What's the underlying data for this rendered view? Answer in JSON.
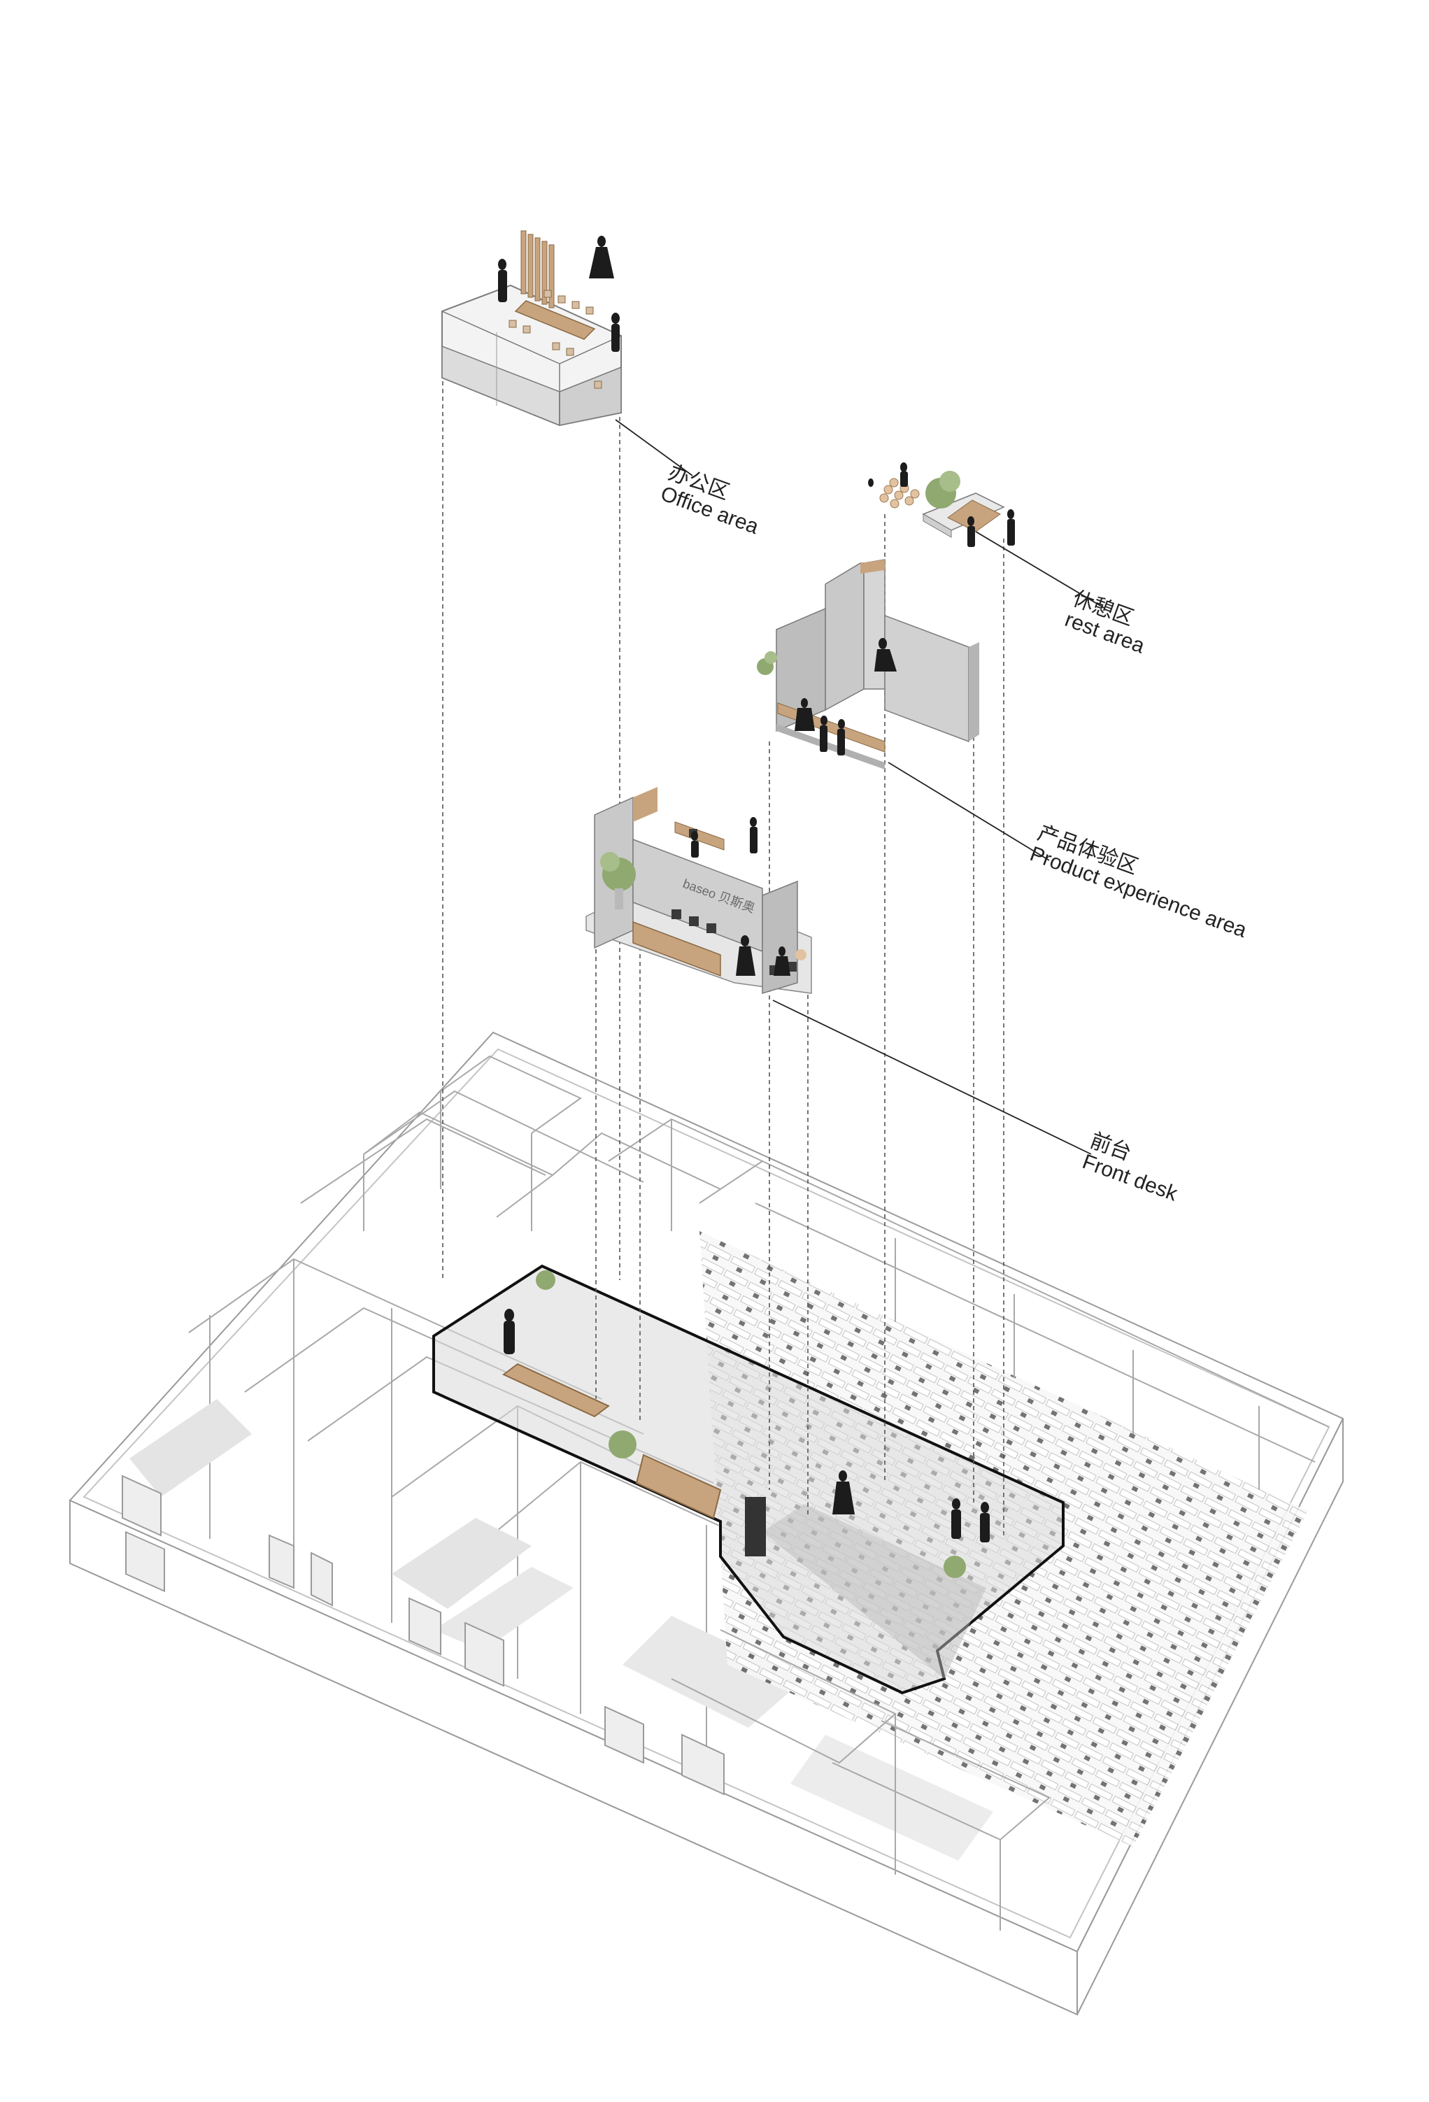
{
  "labels": {
    "office": {
      "zh": "办公区",
      "en": "Office area"
    },
    "rest": {
      "zh": "休憩区",
      "en": "rest area"
    },
    "product": {
      "zh": "产品体验区",
      "en": "Product experience area"
    },
    "front_desk": {
      "zh": "前台",
      "en": "Front desk"
    }
  },
  "signage": "baseo 贝斯奥",
  "colors": {
    "line": "#8a8a8a",
    "wall_fill": "#ffffff",
    "concrete": "#c9c9c9",
    "concrete_dark": "#a7a7a7",
    "floor": "#ededed",
    "wood": "#c8a47e",
    "wood_dark": "#9c7a55",
    "plant": "#8fa970",
    "figure": "#1c1c1c",
    "highlight": "#111111"
  }
}
